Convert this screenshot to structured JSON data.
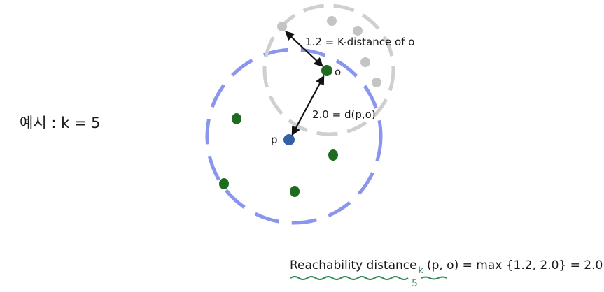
{
  "example_label": "예시 : k = 5",
  "labels": {
    "k_distance": "1.2 = K-distance of o",
    "distance": "2.0 = d(p,o)",
    "point_o": "o",
    "point_p": "p"
  },
  "formula": {
    "term": "Reachability distance",
    "subscript_mark": "k",
    "subscript_note": "5",
    "args": "(p, o)",
    "expression": "= max {1.2, 2.0} = 2.0"
  },
  "colors": {
    "big_circle": "#8a96ee",
    "small_circle": "#cfcfcf",
    "green_point": "#1f6b1f",
    "gray_point": "#c4c4c4",
    "blue_point": "#355fa6",
    "annotation_green": "#2e8b57"
  }
}
